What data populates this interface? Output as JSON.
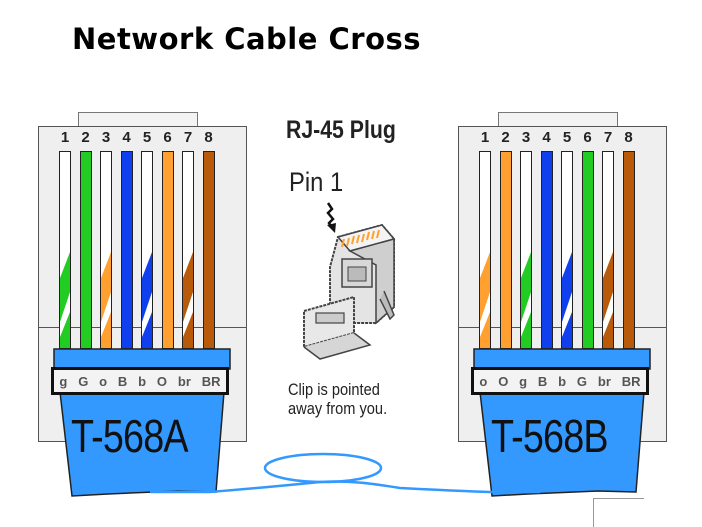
{
  "title": "Network Cable Cross",
  "colors": {
    "green": "#22cc22",
    "orange": "#ffa030",
    "blue": "#1040ee",
    "brown": "#b85a0a",
    "white": "#ffffff",
    "boot": "#3399ff",
    "cable": "#3399ff"
  },
  "plug_diagram": {
    "title": "RJ-45 Plug",
    "pin_label": "Pin 1",
    "note_line1": "Clip is pointed",
    "note_line2": "away from you.",
    "icon": "rj45-plug-icon"
  },
  "connectors": [
    {
      "standard": "T-568A",
      "pins": [
        "1",
        "2",
        "3",
        "4",
        "5",
        "6",
        "7",
        "8"
      ],
      "wires": [
        {
          "color": "green",
          "striped": true,
          "code": "g"
        },
        {
          "color": "green",
          "striped": false,
          "code": "G"
        },
        {
          "color": "orange",
          "striped": true,
          "code": "o"
        },
        {
          "color": "blue",
          "striped": false,
          "code": "B"
        },
        {
          "color": "blue",
          "striped": true,
          "code": "b"
        },
        {
          "color": "orange",
          "striped": false,
          "code": "O"
        },
        {
          "color": "brown",
          "striped": true,
          "code": "br"
        },
        {
          "color": "brown",
          "striped": false,
          "code": "BR"
        }
      ]
    },
    {
      "standard": "T-568B",
      "pins": [
        "1",
        "2",
        "3",
        "4",
        "5",
        "6",
        "7",
        "8"
      ],
      "wires": [
        {
          "color": "orange",
          "striped": true,
          "code": "o"
        },
        {
          "color": "orange",
          "striped": false,
          "code": "O"
        },
        {
          "color": "green",
          "striped": true,
          "code": "g"
        },
        {
          "color": "blue",
          "striped": false,
          "code": "B"
        },
        {
          "color": "blue",
          "striped": true,
          "code": "b"
        },
        {
          "color": "green",
          "striped": false,
          "code": "G"
        },
        {
          "color": "brown",
          "striped": true,
          "code": "br"
        },
        {
          "color": "brown",
          "striped": false,
          "code": "BR"
        }
      ]
    }
  ]
}
